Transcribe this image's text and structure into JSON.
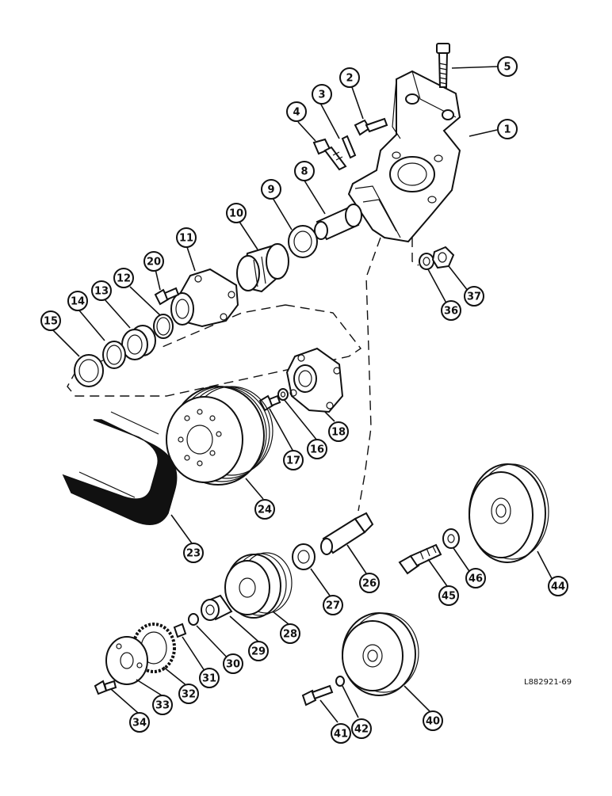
{
  "diagram": {
    "drawing_code": "L882921-69",
    "callouts": [
      "1",
      "2",
      "3",
      "4",
      "5",
      "8",
      "9",
      "10",
      "11",
      "12",
      "13",
      "14",
      "15",
      "16",
      "17",
      "18",
      "20",
      "23",
      "24",
      "26",
      "27",
      "28",
      "29",
      "30",
      "31",
      "32",
      "33",
      "34",
      "36",
      "37",
      "40",
      "41",
      "42",
      "44",
      "45",
      "46"
    ]
  }
}
